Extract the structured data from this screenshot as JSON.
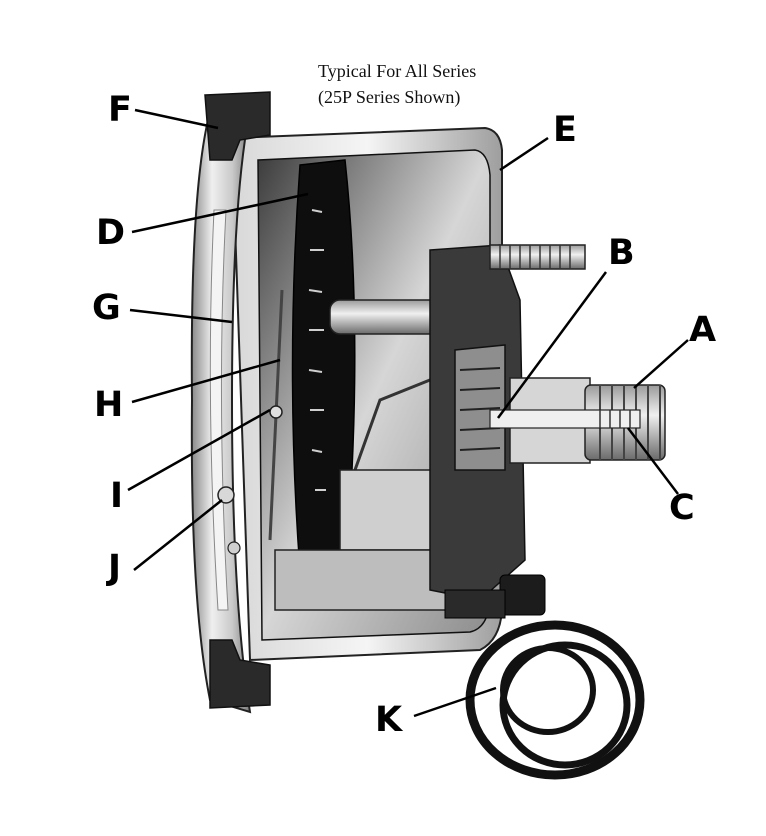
{
  "caption": {
    "line1": "Typical For All Series",
    "line2": "(25P Series Shown)"
  },
  "callouts": {
    "A": "A",
    "B": "B",
    "C": "C",
    "D": "D",
    "E": "E",
    "F": "F",
    "G": "G",
    "H": "H",
    "I": "I",
    "J": "J",
    "K": "K"
  },
  "colors": {
    "ink": "#000000",
    "body_dark": "#1e1e1e",
    "metal_light": "#e4e4e4",
    "metal_mid": "#b8b8b8"
  }
}
